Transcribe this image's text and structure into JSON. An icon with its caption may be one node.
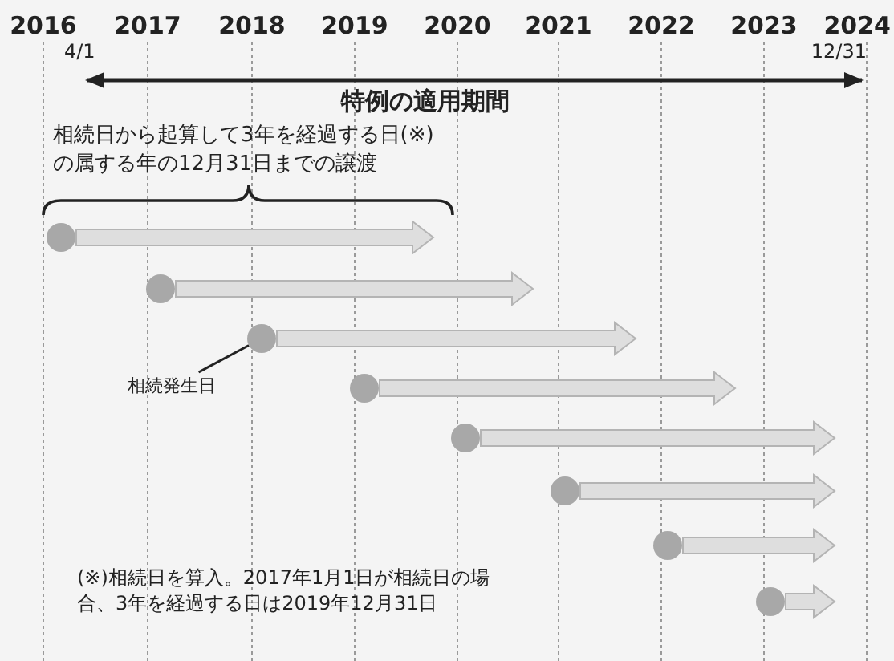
{
  "diagram": {
    "nodes": [
      {
        "text": [],
        "shape": "circle"
      },
      {
        "text": [],
        "shape": "circle"
      },
      {
        "text": [],
        "shape": "circle"
      },
      {
        "text": [],
        "shape": "circle"
      },
      {
        "text": [],
        "shape": "circle"
      },
      {
        "text": [],
        "shape": "circle"
      },
      {
        "text": [],
        "shape": "circle"
      },
      {
        "text": [],
        "shape": "circle"
      },
      {
        "text": [
          "相続発生日"
        ]
      }
    ],
    "edges": [
      {
        "from": 0,
        "to": null,
        "arrow": "to"
      },
      {
        "from": 1,
        "to": null,
        "arrow": "to"
      },
      {
        "from": 2,
        "to": null,
        "arrow": "to"
      },
      {
        "from": 3,
        "to": null,
        "arrow": "to"
      },
      {
        "from": 4,
        "to": null,
        "arrow": "to"
      },
      {
        "from": 5,
        "to": null,
        "arrow": "to"
      },
      {
        "from": 6,
        "to": null,
        "arrow": "to"
      },
      {
        "from": 7,
        "to": null,
        "arrow": "to"
      },
      {
        "from": 8,
        "to": 2,
        "arrow": "none",
        "color": "#222222"
      }
    ],
    "labels": [
      "2016",
      "2017",
      "2018",
      "2019",
      "2020",
      "2021",
      "2022",
      "2023",
      "2024",
      "4/1",
      "12/31",
      "特例の適用期間",
      "相続日から起算して3年を経過する日(※)の属する年の12月31日までの譲渡",
      "(※)相続日を算入。2017年1月1日が相続日の場合、3年を経過する日は2019年12月31日"
    ]
  }
}
